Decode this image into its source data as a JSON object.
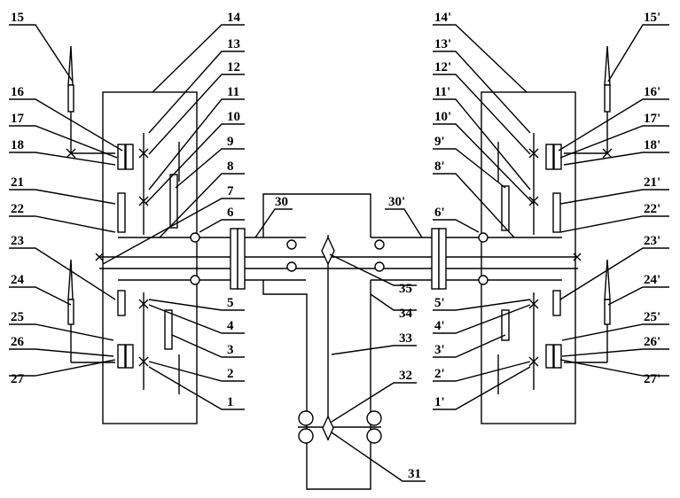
{
  "labels": {
    "l15": "15",
    "l14": "14",
    "l13": "13",
    "l12": "12",
    "l11": "11",
    "l10": "10",
    "l16": "16",
    "l17": "17",
    "l18": "18",
    "l9": "9",
    "l8": "8",
    "l7": "7",
    "l21": "21",
    "l22": "22",
    "l6": "6",
    "l30": "30",
    "l23": "23",
    "l24": "24",
    "l5": "5",
    "l4": "4",
    "l25": "25",
    "l26": "26",
    "l3": "3",
    "l27": "27",
    "l2": "2",
    "l1": "1",
    "l35": "35",
    "l34": "34",
    "l33": "33",
    "l32": "32",
    "l31": "31",
    "r15": "15'",
    "r14": "14'",
    "r13": "13'",
    "r12": "12'",
    "r11": "11'",
    "r10": "10'",
    "r16": "16'",
    "r17": "17'",
    "r18": "18'",
    "r9": "9'",
    "r8": "8'",
    "r30": "30'",
    "r6": "6'",
    "r21": "21'",
    "r22": "22'",
    "r23": "23'",
    "r24": "24'",
    "r5": "5'",
    "r4": "4'",
    "r25": "25'",
    "r26": "26'",
    "r3": "3'",
    "r27": "27'",
    "r2": "2'",
    "r1": "1'"
  },
  "colors": {
    "line": "#000000",
    "background": "#ffffff"
  }
}
